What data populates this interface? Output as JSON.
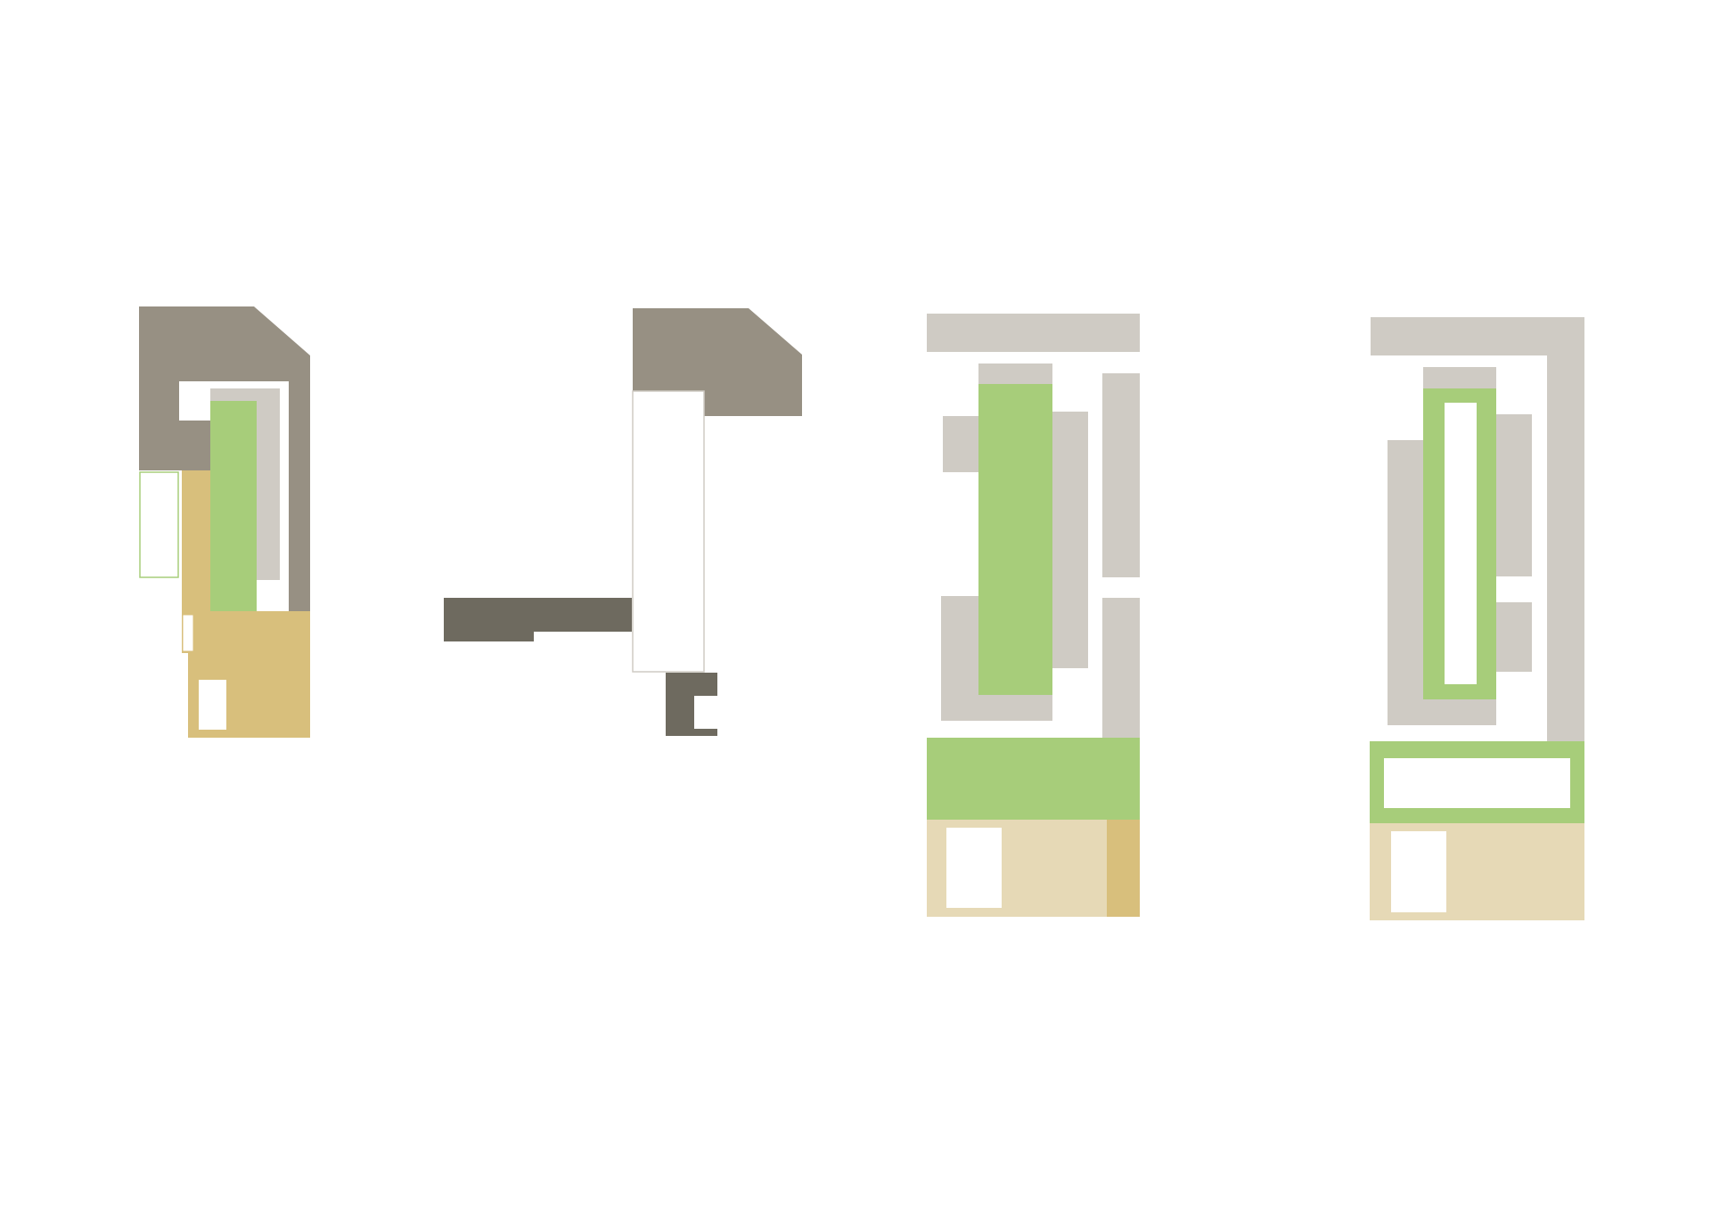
{
  "diagram": {
    "type": "architectural-massing-diagrams",
    "count": 4,
    "text_labels": []
  },
  "palette": {
    "background": "#ffffff",
    "taupe": "#979083",
    "dark_taupe": "#6e6a5f",
    "light_gray": "#cfcbc4",
    "green": "#a7cd7a",
    "gold": "#d8bf7c",
    "sand": "#e6d9b6",
    "outline_green": "#a7cd7a",
    "outline_gray": "#cfcbc4"
  },
  "panels": [
    {
      "name": "panel-1",
      "legend": [
        "taupe",
        "light_gray",
        "green",
        "gold"
      ]
    },
    {
      "name": "panel-2",
      "legend": [
        "taupe",
        "dark_taupe"
      ]
    },
    {
      "name": "panel-3",
      "legend": [
        "light_gray",
        "green",
        "sand",
        "gold"
      ]
    },
    {
      "name": "panel-4",
      "legend": [
        "light_gray",
        "green",
        "sand"
      ]
    }
  ]
}
